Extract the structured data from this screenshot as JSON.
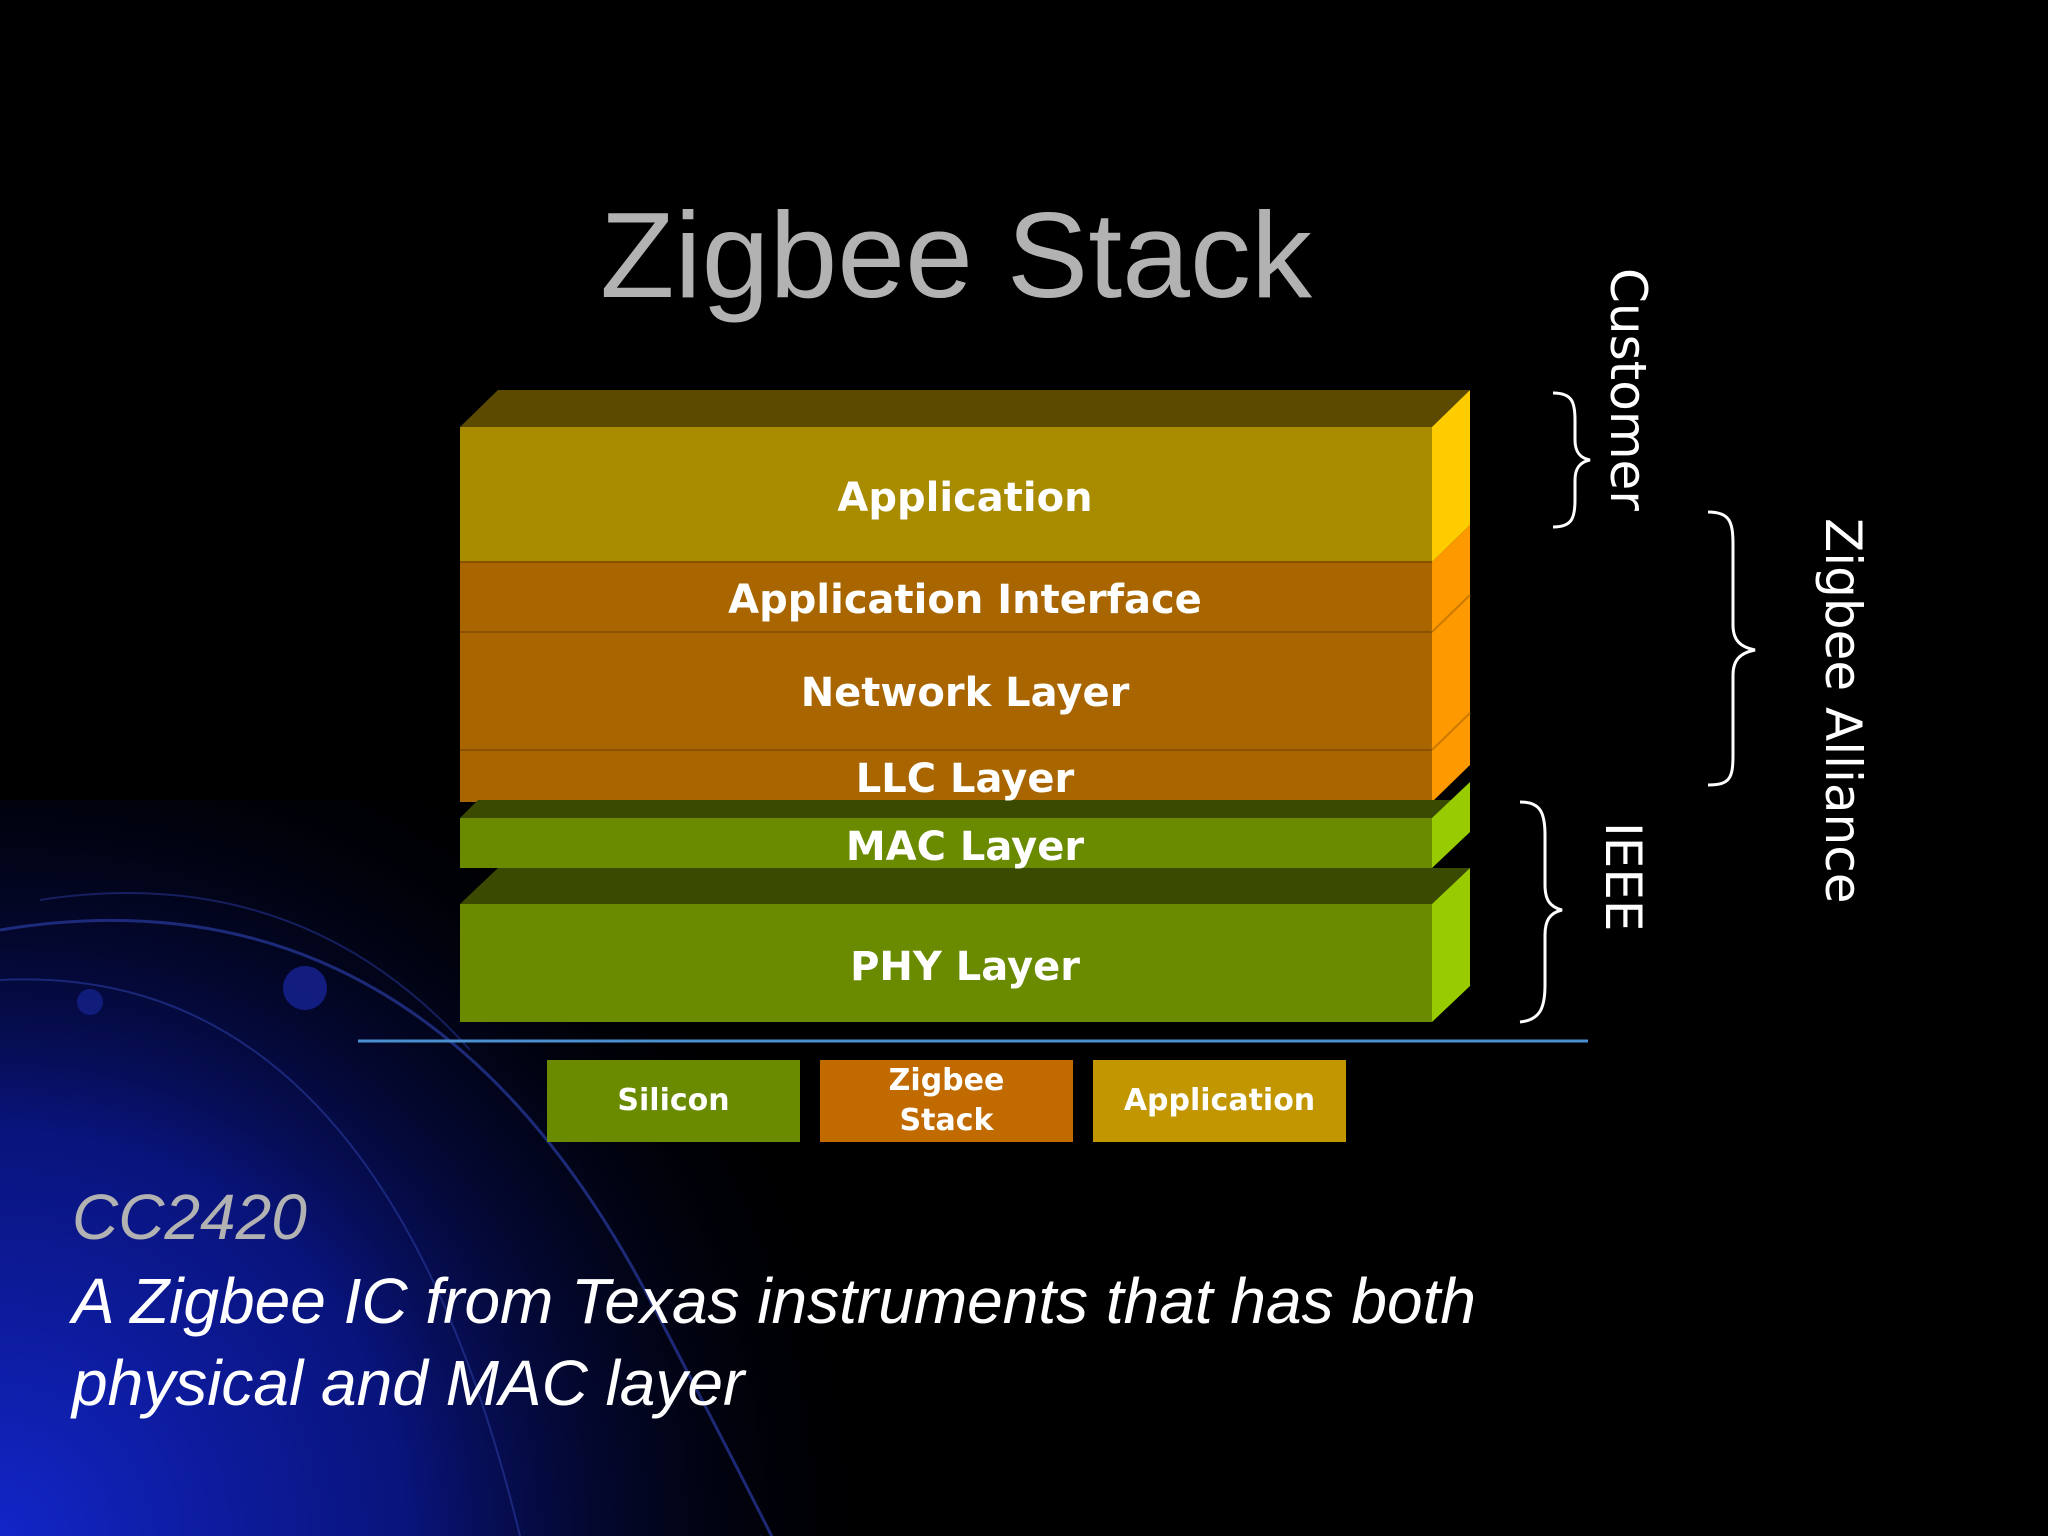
{
  "title": "Zigbee Stack",
  "layers": [
    {
      "label": "Application",
      "front": "#a98b00",
      "top": "#5c4a00",
      "side": "#ffcc00"
    },
    {
      "label": "Application Interface",
      "front": "#a96600",
      "side": "#ff9900"
    },
    {
      "label": "Network Layer",
      "front": "#a96600",
      "side": "#ff9900"
    },
    {
      "label": "LLC Layer",
      "front": "#a96600",
      "side": "#ff9900"
    },
    {
      "label": "MAC Layer",
      "front": "#6a8a00",
      "top": "#3a4a00",
      "side": "#99cc00"
    },
    {
      "label": "PHY Layer",
      "front": "#6a8a00",
      "top": "#3a4a00",
      "side": "#99cc00"
    }
  ],
  "groups": {
    "customer": "Customer",
    "zigbee_alliance": "Zigbee Alliance",
    "ieee": "IEEE"
  },
  "legend": [
    {
      "label": "Silicon",
      "color": "#6a8a00"
    },
    {
      "label": "Zigbee Stack",
      "color": "#c06a00"
    },
    {
      "label": "Application",
      "color": "#c29600"
    }
  ],
  "caption": {
    "line1": "CC2420",
    "line2": "A Zigbee IC from Texas instruments that has both",
    "line3": "physical and MAC layer"
  },
  "colors": {
    "background": "#000000",
    "title_text": "#b2b2b2",
    "baseline": "#4a8fd0",
    "accent_blue": "#0a1aa0"
  }
}
